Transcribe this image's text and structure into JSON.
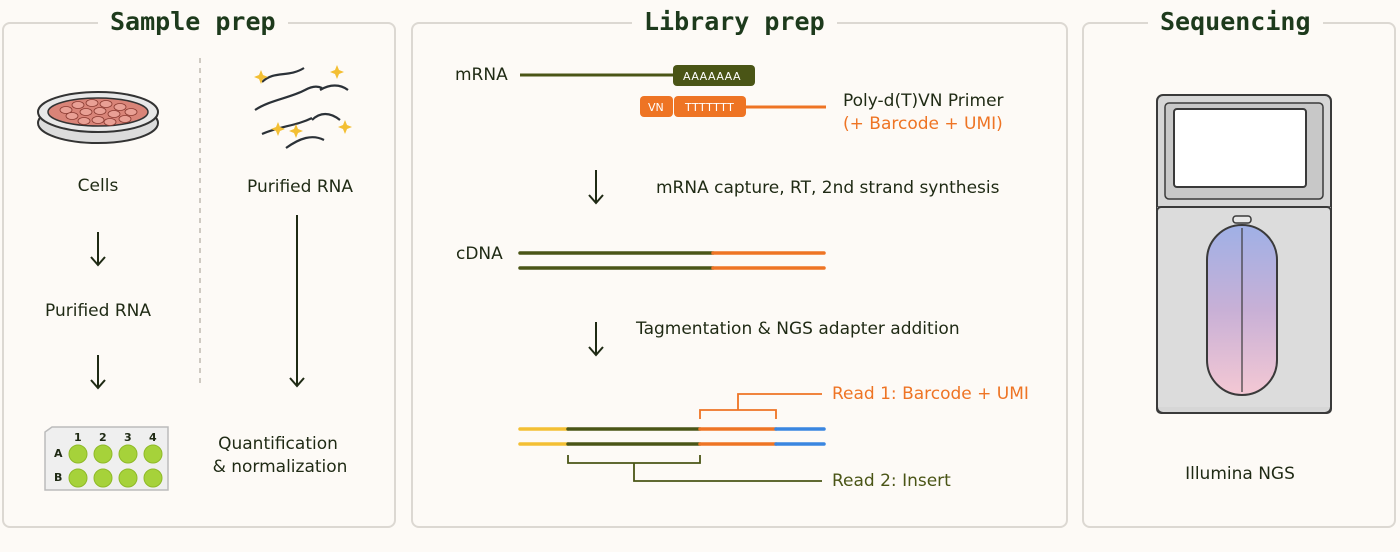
{
  "sample_prep": {
    "title": "Sample prep",
    "cells": "Cells",
    "purified_rna_1": "Purified RNA",
    "purified_rna_2": "Purified RNA",
    "quant_line1": "Quantification",
    "quant_line2": "& normalization",
    "plate_cols": [
      "1",
      "2",
      "3",
      "4"
    ],
    "plate_rows": [
      "A",
      "B"
    ]
  },
  "library_prep": {
    "title": "Library prep",
    "mrna": "mRNA",
    "polya": "AAAAAAA",
    "vn": "VN",
    "polyt": "TTTTTTT",
    "primer_line1": "Poly-d(T)VN Primer",
    "primer_line2": "(+ Barcode + UMI)",
    "step1": "mRNA capture, RT, 2nd strand synthesis",
    "cdna": "cDNA",
    "step2": "Tagmentation & NGS adapter addition",
    "read1": "Read 1: Barcode + UMI",
    "read2": "Read 2: Insert"
  },
  "sequencing": {
    "title": "Sequencing",
    "instrument": "Illumina NGS"
  },
  "colors": {
    "olive": "#4a5516",
    "orange": "#ee7424",
    "yellow": "#f3bf33",
    "blue": "#3a86e0",
    "green_well": "#a6d23a",
    "heading": "#1d3a1c"
  }
}
